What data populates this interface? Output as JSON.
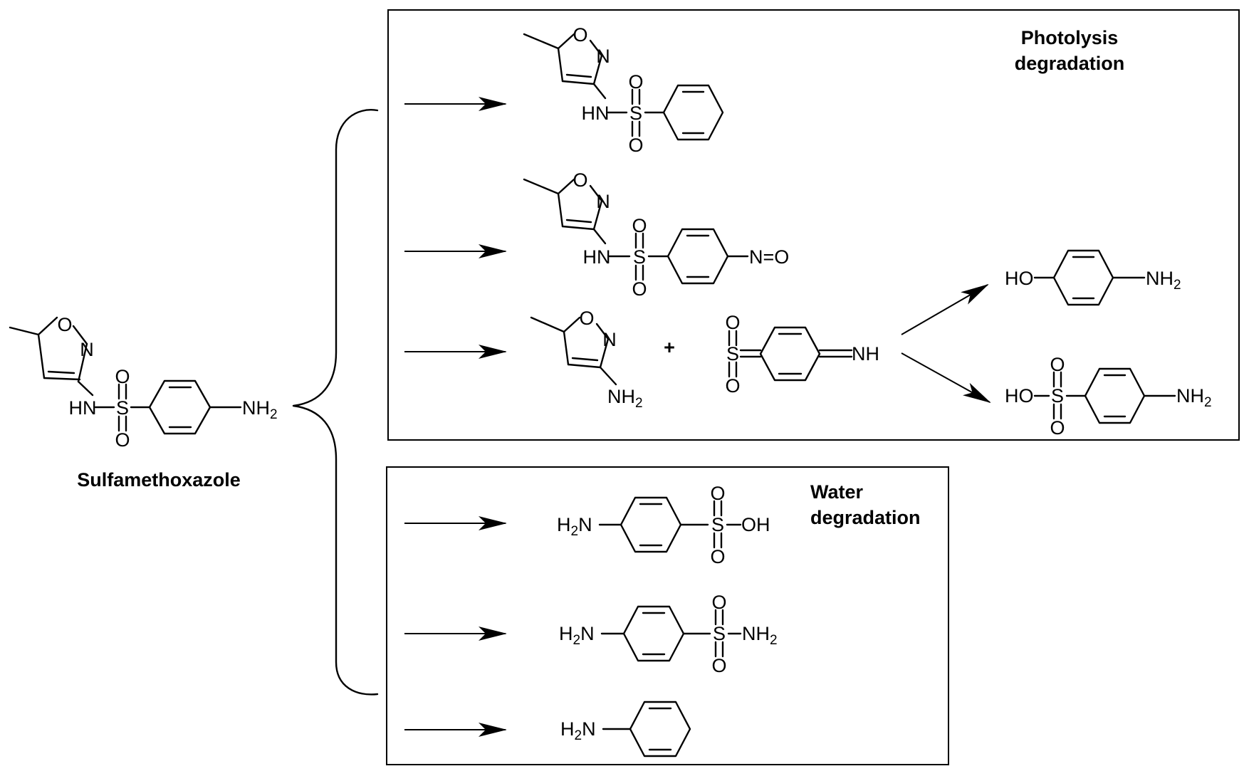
{
  "starting_material": {
    "name": "Sulfamethoxazole",
    "atoms": {
      "o": "O",
      "n": "N",
      "nh": "HN",
      "s": "S",
      "o_top": "O",
      "o_bottom": "O",
      "nh2": "NH",
      "nh2_sub": "2"
    }
  },
  "photolysis": {
    "title_line1": "Photolysis",
    "title_line2": "degradation",
    "product1": {
      "o": "O",
      "n": "N",
      "nh": "HN",
      "s": "S",
      "o_top": "O",
      "o_bottom": "O"
    },
    "product2": {
      "o": "O",
      "n": "N",
      "nh": "HN",
      "s": "S",
      "o_top": "O",
      "o_bottom": "O",
      "no": "N=O"
    },
    "product3a": {
      "o": "O",
      "n": "N",
      "nh2": "NH",
      "nh2_sub": "2"
    },
    "plus": "+",
    "product3b": {
      "o_top": "O",
      "s": "S",
      "o_bottom": "O",
      "nh": "NH"
    },
    "product4": {
      "ho": "HO",
      "nh2": "NH",
      "nh2_sub": "2"
    },
    "product5": {
      "ho": "HO",
      "s": "S",
      "o_top": "O",
      "o_bottom": "O",
      "nh2": "NH",
      "nh2_sub": "2"
    }
  },
  "water": {
    "title_line1": "Water",
    "title_line2": "degradation",
    "product1": {
      "h2n_h": "H",
      "h2n_sub": "2",
      "h2n_n": "N",
      "s": "S",
      "o_top": "O",
      "o_bottom": "O",
      "oh": "OH"
    },
    "product2": {
      "h2n_h": "H",
      "h2n_sub": "2",
      "h2n_n": "N",
      "s": "S",
      "o_top": "O",
      "o_bottom": "O",
      "nh2": "NH",
      "nh2_sub": "2"
    },
    "product3": {
      "h2n_h": "H",
      "h2n_sub": "2",
      "h2n_n": "N"
    }
  }
}
